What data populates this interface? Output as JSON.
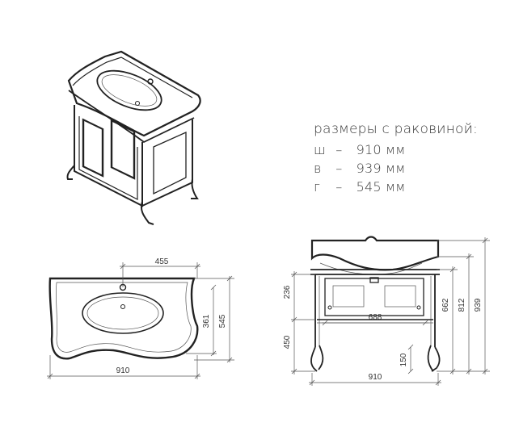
{
  "specs": {
    "title": "размеры с раковиной:",
    "rows": [
      {
        "key": "ш",
        "dash": "–",
        "value": "910 мм"
      },
      {
        "key": "в",
        "dash": "–",
        "value": "939 мм"
      },
      {
        "key": "г",
        "dash": "–",
        "value": "545 мм"
      }
    ]
  },
  "top_view": {
    "dim_hole_offset": "455",
    "dim_bowl_depth": "361",
    "dim_total_depth": "545",
    "dim_width": "910"
  },
  "front_view": {
    "dim_upper": "236",
    "dim_lower": "450",
    "dim_inner_width": "688",
    "dim_leg": "150",
    "dim_662": "662",
    "dim_812": "812",
    "dim_939": "939",
    "dim_width": "910"
  }
}
